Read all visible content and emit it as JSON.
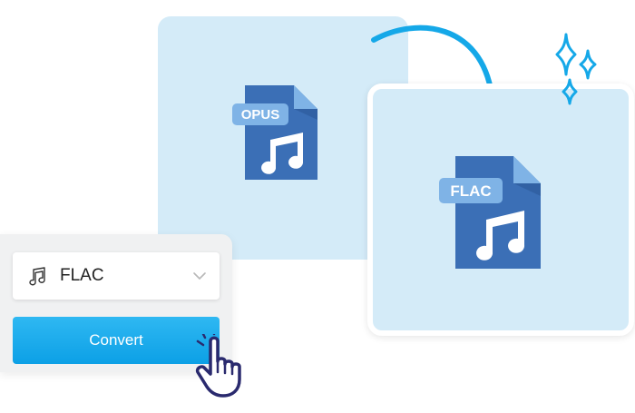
{
  "source_file": {
    "format_label": "OPUS",
    "icon": "music-note-icon"
  },
  "target_file": {
    "format_label": "FLAC",
    "icon": "music-note-icon"
  },
  "converter": {
    "format_select": {
      "value": "FLAC",
      "icon": "music-note-icon"
    },
    "convert_label": "Convert"
  },
  "colors": {
    "card_background": "#d4ebf8",
    "file_icon_body": "#3b6fb6",
    "file_icon_fold": "#7fb3e6",
    "accent": "#15a8e8",
    "button": "#0ca0e6"
  }
}
